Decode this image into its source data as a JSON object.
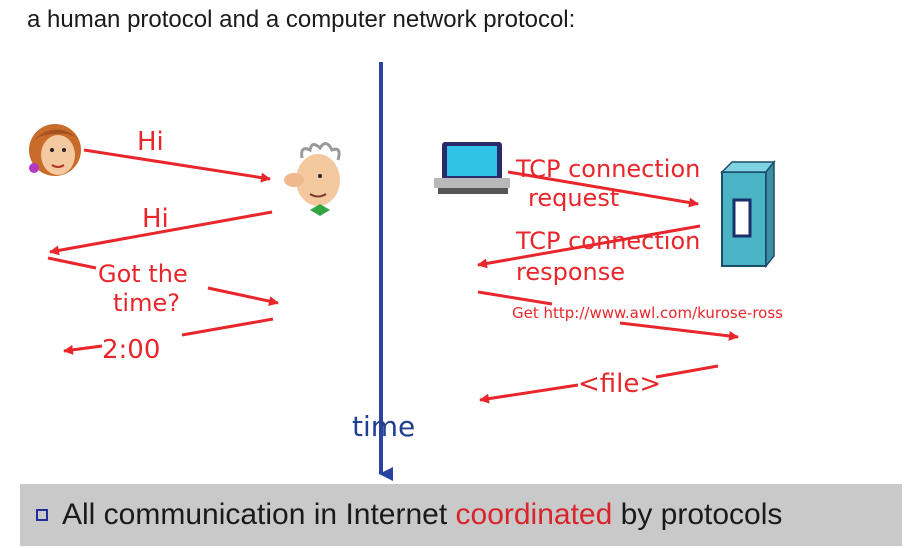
{
  "header": {
    "title": "a human protocol and a computer network protocol:"
  },
  "human_side": {
    "messages": [
      "Hi",
      "Hi",
      "Got the",
      "time?",
      "2:00"
    ]
  },
  "network_side": {
    "messages": [
      "TCP connection",
      "request",
      "TCP connection",
      "response",
      "Get http://www.awl.com/kurose-ross",
      "<file>"
    ]
  },
  "timeline": {
    "label": "time"
  },
  "footer": {
    "pre": "All communication in Internet ",
    "highlight": "coordinated",
    "post": " by protocols"
  },
  "colors": {
    "arrow": "#e8262b",
    "timeline": "#2a43a0",
    "footer_bg": "#c9c9c9",
    "highlight": "#d8242b"
  }
}
